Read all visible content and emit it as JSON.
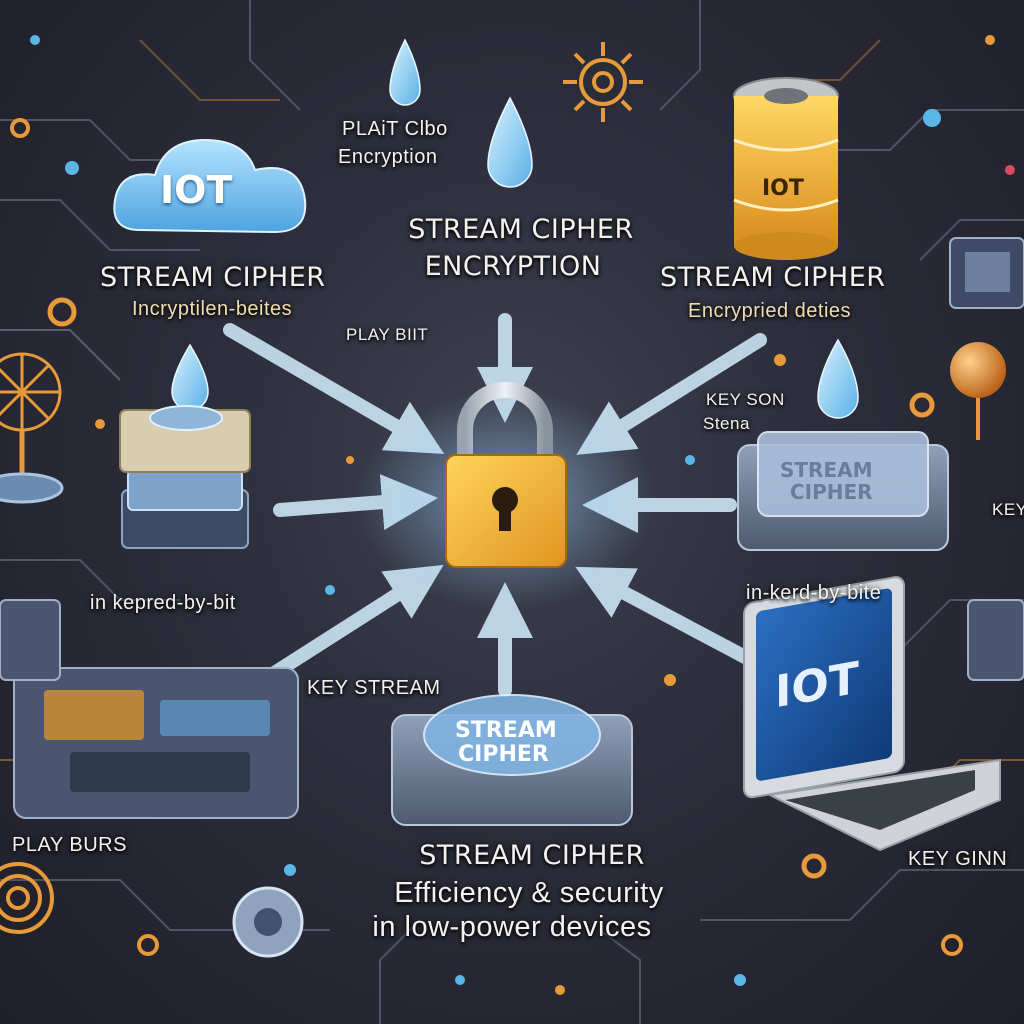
{
  "title": {
    "line1": "STREAM CIPHER",
    "line2": "ENCRYPTION"
  },
  "top_center_label": {
    "line1": "PLAiT Clbo",
    "line2": "Encryption"
  },
  "left_header": {
    "title": "STREAM CIPHER",
    "subtitle": "Incryptilen-beites"
  },
  "right_header": {
    "title": "STREAM CIPHER",
    "subtitle": "Encrypried deties"
  },
  "cloud": {
    "text": "IOT"
  },
  "database": {
    "text": "IOT"
  },
  "laptop": {
    "text": "IOT"
  },
  "chip_right": {
    "line1": "STREAM",
    "line2": "CIPHER"
  },
  "chip_bottom": {
    "line1": "STREAM",
    "line2": "CIPHER"
  },
  "labels": {
    "play_bit": "PLAY BIIT",
    "key_son_line1": "KEY SON",
    "key_son_line2": "Stena",
    "left_bit": "in kepred-by-bit",
    "right_byte": "in-kerd-by-bite",
    "key_stream": "KEY STREAM",
    "play_bars": "PLAY BURS",
    "key_ginn": "KEY GINN",
    "key_edge": "KEY"
  },
  "footer": {
    "title": "STREAM CIPHER",
    "line1": "Efficiency & security",
    "line2": "in low-power devices"
  },
  "colors": {
    "background": "#2c2d3a",
    "arrow": "#bfe6ff",
    "lock_body": "#f2b32f",
    "cloud": "#7fc4f2",
    "circuit_orange": "#e79a3a",
    "circuit_blue": "#5bb6e8"
  }
}
